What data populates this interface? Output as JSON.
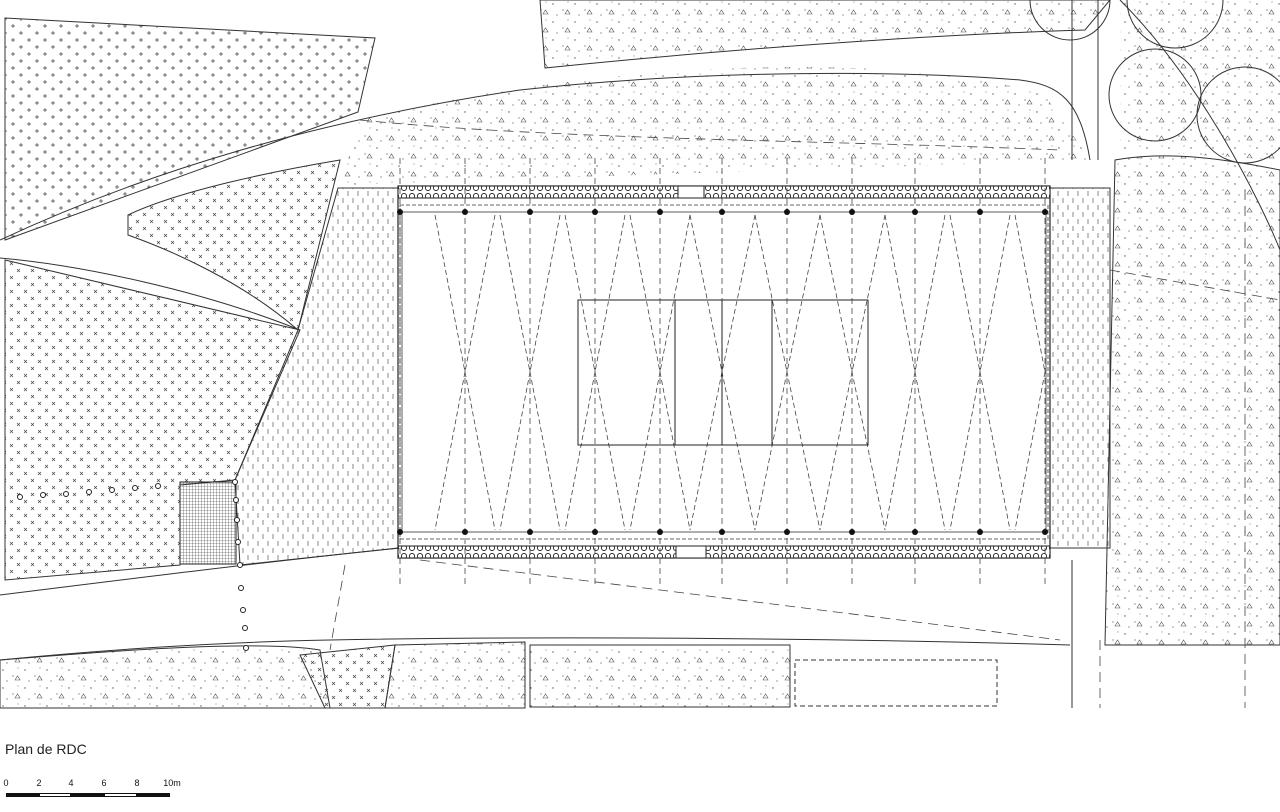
{
  "caption": "Plan de RDC",
  "scale": {
    "labels": [
      "0",
      "2",
      "4",
      "6",
      "8",
      "10m"
    ]
  },
  "colors": {
    "line": "#333333",
    "dash": "#444444",
    "fill_dark": "#111111",
    "paper": "#ffffff"
  },
  "icons": {
    "tree": "tree-circle-icon",
    "post": "steel-post-icon",
    "bollard": "bollard-icon"
  }
}
